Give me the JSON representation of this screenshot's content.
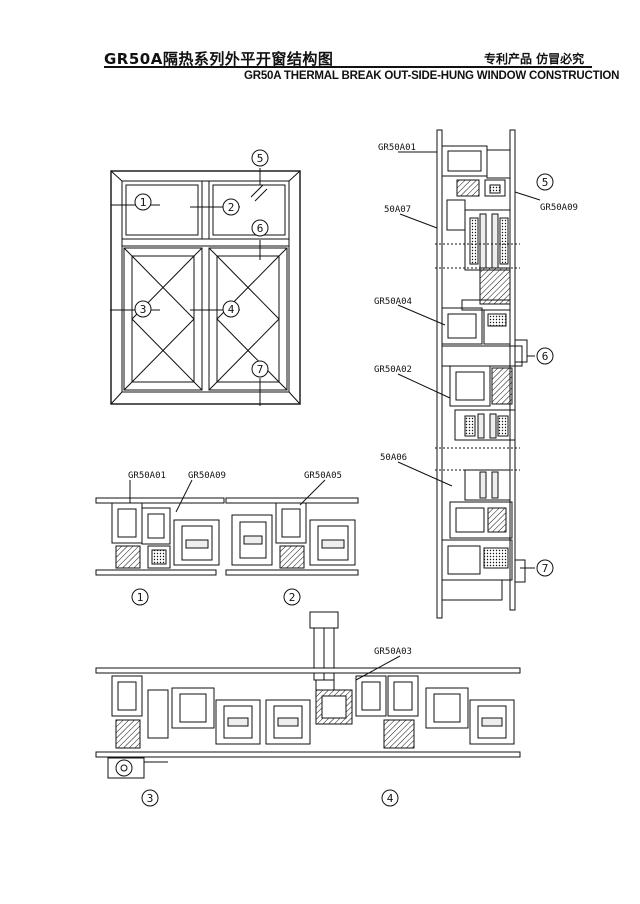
{
  "header": {
    "title": "GR50A隔热系列外平开窗结构图",
    "patent": "专利产品 仿冒必究",
    "subtitle": "GR50A THERMAL BREAK OUT-SIDE-HUNG WINDOW CONSTRUCTION"
  },
  "elevation": {
    "markers": [
      "1",
      "2",
      "3",
      "4",
      "5",
      "6",
      "7"
    ]
  },
  "vertical_section": {
    "labels": [
      "GR50A01",
      "50A07",
      "GR50A09",
      "GR50A04",
      "GR50A02",
      "50A06"
    ],
    "markers": [
      "5",
      "6",
      "7"
    ]
  },
  "section_12": {
    "labels": [
      "GR50A01",
      "GR50A09",
      "GR50A05"
    ],
    "markers": [
      "1",
      "2"
    ]
  },
  "section_34": {
    "labels": [
      "GR50A03"
    ],
    "markers": [
      "3",
      "4"
    ]
  },
  "colors": {
    "line": "#111111",
    "paper": "#ffffff"
  }
}
